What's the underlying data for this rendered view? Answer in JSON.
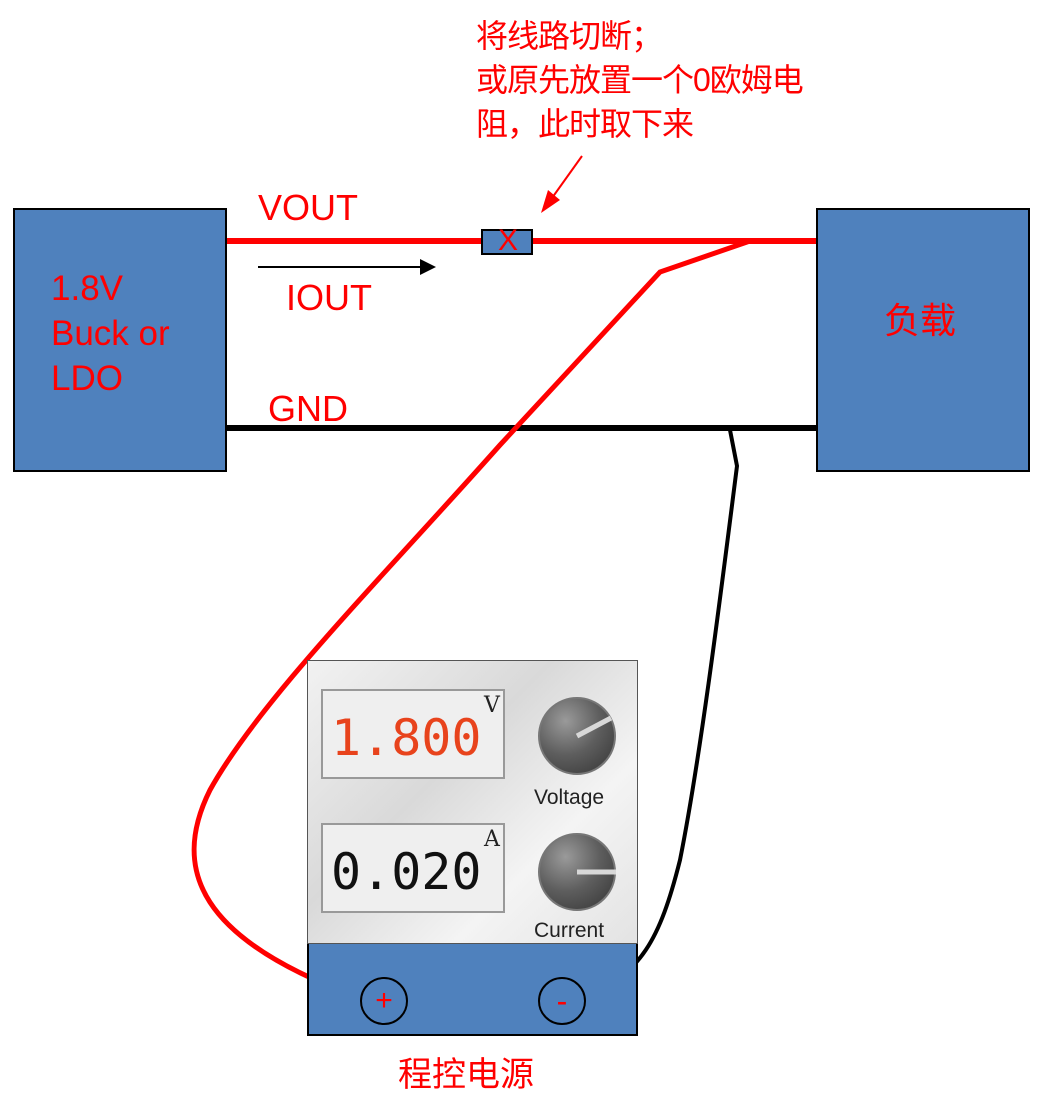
{
  "annotation": {
    "note_lines": [
      "将线路切断；",
      "或原先放置一个0欧姆电",
      "阻，此时取下来"
    ]
  },
  "source_block": {
    "lines": [
      "1.8V",
      "Buck or",
      "LDO"
    ]
  },
  "load_block": {
    "label": "负载"
  },
  "wires": {
    "vout_label": "VOUT",
    "iout_label": "IOUT",
    "gnd_label": "GND",
    "cut_mark": "X"
  },
  "power_supply": {
    "voltage_reading": "1.800",
    "voltage_unit": "V",
    "current_reading": "0.020",
    "current_unit": "A",
    "voltage_knob_label": "Voltage",
    "current_knob_label": "Current",
    "plus_terminal": "+",
    "minus_terminal": "-",
    "caption": "程控电源"
  },
  "colors": {
    "block_fill": "#4f81bd",
    "annotation_red": "#ff0000",
    "voltage_digits": "#e8431c",
    "current_digits": "#111111",
    "gnd_wire": "#000000"
  }
}
